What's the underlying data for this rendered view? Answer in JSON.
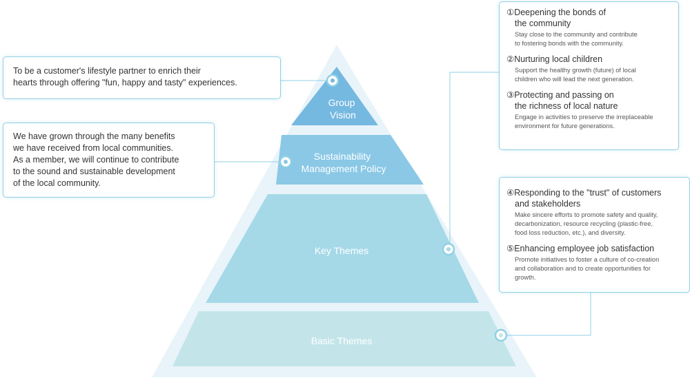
{
  "pyramid": {
    "tiers": [
      {
        "id": "group-vision",
        "lines": [
          "Group",
          "Vision"
        ]
      },
      {
        "id": "sustainability-policy",
        "lines": [
          "Sustainability",
          "Management Policy"
        ]
      },
      {
        "id": "key-themes",
        "lines": [
          "Key Themes"
        ]
      },
      {
        "id": "basic-themes",
        "lines": [
          "Basic Themes"
        ]
      }
    ],
    "colors": {
      "outer": "#e8f4fa",
      "group_vision": "#75b8e0",
      "sustainability_policy": "#8ac8e6",
      "key_themes": "#a6d9e8",
      "basic_themes": "#c3e5ea",
      "line": "#8fd0e4"
    }
  },
  "vision_box": {
    "text": "To be a customer's lifestyle partner to enrich their\nhearts through offering \"fun, happy and tasty\" experiences."
  },
  "policy_box": {
    "text": "We have grown through the many benefits\nwe have received from local communities.\nAs a member, we will continue to contribute\nto the sound and sustainable development\nof the local community."
  },
  "key_themes_box": {
    "items": [
      {
        "title": "①Deepening the bonds of\nthe community",
        "desc": "Stay close to the community and contribute\nto fostering bonds with the community."
      },
      {
        "title": "②Nurturing local children",
        "desc": "Support the healthy growth (future) of local\nchildren who will lead the next generation."
      },
      {
        "title": "③Protecting and passing on\nthe richness of local nature",
        "desc": "Engage in activities to preserve the irreplaceable\nenvironment for future generations."
      }
    ]
  },
  "basic_themes_box": {
    "items": [
      {
        "title": "④Responding to the \"trust\" of customers\nand stakeholders",
        "desc": "Make sincere efforts to promote safety and quality,\ndecarbonization, resource recycling (plastic-free,\nfood loss reduction, etc.), and diversity."
      },
      {
        "title": "⑤Enhancing employee job satisfaction",
        "desc": "Promote initiatives to foster a culture of co-creation\nand collaboration and to create opportunities for\ngrowth."
      }
    ]
  }
}
